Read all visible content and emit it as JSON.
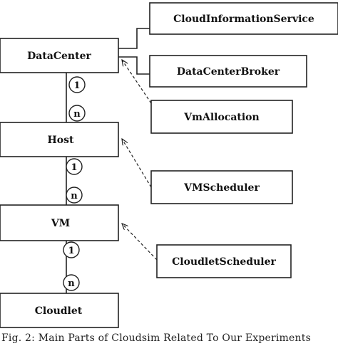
{
  "classes": {
    "datacenter": "DataCenter",
    "host": "Host",
    "vm": "VM",
    "cloudlet": "Cloudlet",
    "cloud_information_service": "CloudInformationService",
    "datacenter_broker": "DataCenterBroker",
    "vm_allocation": "VmAllocation",
    "vm_scheduler": "VMScheduler",
    "cloudlet_scheduler": "CloudletScheduler"
  },
  "multiplicities": {
    "datacenter_host_one": "1",
    "datacenter_host_many": "n",
    "host_vm_one": "1",
    "host_vm_many": "n",
    "vm_cloudlet_one": "1",
    "vm_cloudlet_many": "n"
  },
  "caption": "Fig. 2: Main Parts of Cloudsim Related To Our Experiments"
}
